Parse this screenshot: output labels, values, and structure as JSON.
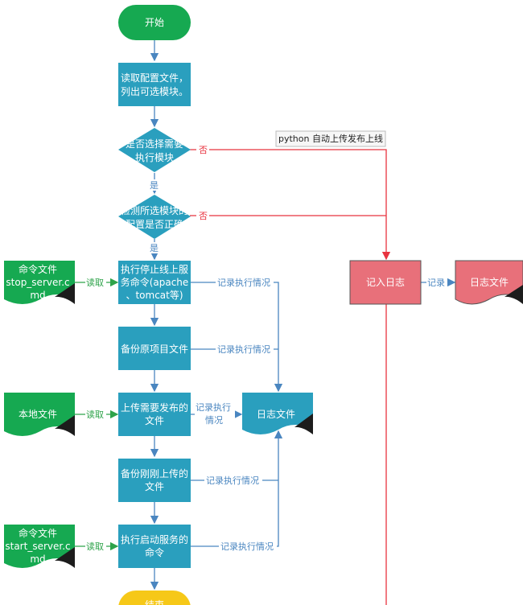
{
  "nodes": {
    "start": "开始",
    "read_config": [
      "读取配置文件，",
      "列出可选模块。"
    ],
    "choose_module": [
      "是否选择需要",
      "执行模块"
    ],
    "check_config": [
      "检测所选模块的",
      "配置是否正确"
    ],
    "stop_service": [
      "执行停止线上服",
      "务命令(apache",
      "、tomcat等)"
    ],
    "backup_project": "备份原项目文件",
    "upload": [
      "上传需要发布的",
      "文件"
    ],
    "backup_uploaded": [
      "备份刚刚上传的",
      "文件"
    ],
    "start_service": [
      "执行启动服务的",
      "命令"
    ],
    "end": "结束",
    "cmd_stop": [
      "命令文件",
      "stop_server.c",
      "md"
    ],
    "local_file": "本地文件",
    "cmd_start": [
      "命令文件",
      "start_server.c",
      "md"
    ],
    "log_file_mid": "日志文件",
    "write_log": "记入日志",
    "log_file_right": "日志文件",
    "tag": "python 自动上传发布上线"
  },
  "edges": {
    "no": "否",
    "yes": "是",
    "read": "读取",
    "record": "记录执行情况",
    "record_split": [
      "记录执行",
      "情况"
    ],
    "record_short": "记录"
  },
  "colors": {
    "green": "#16a951",
    "teal": "#2a9fbe",
    "red_box": "#e8707a",
    "yellow": "#f6c818",
    "red_line": "#e8333f",
    "blue_line": "#4a86c0",
    "green_line": "#2ea34a",
    "dark": "#1c1c1c"
  }
}
